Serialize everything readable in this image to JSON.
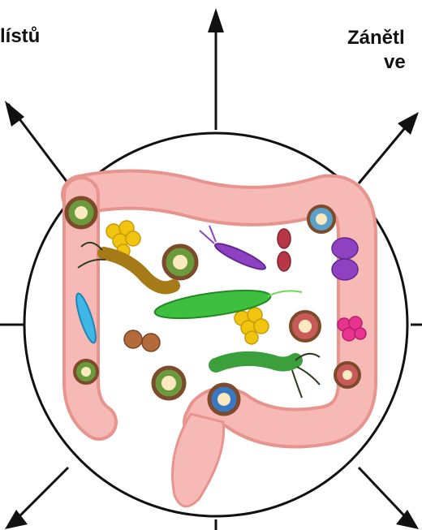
{
  "labels": {
    "top_left": "lístů",
    "top_right_line1": "Zánětl",
    "top_right_line2": "ve"
  },
  "colors": {
    "circle_stroke": "#111111",
    "arrow": "#111111",
    "colon": "#f7b9b5",
    "colon_outline": "#e7938e",
    "virus_ring": "#7d4b2c",
    "bacteria_green": "#3fbf3f",
    "bacteria_purple": "#8e42c2",
    "coccus_yellow": "#f1c40f",
    "coccus_pink": "#e8338f",
    "coccus_brown": "#b36b3c",
    "bacteria_blue": "#3fb7e6",
    "bacteria_olive": "#a67a16",
    "bacteria_red": "#b83747"
  },
  "icons": [
    "arrow-up-icon",
    "arrow-up-left-icon",
    "arrow-up-right-icon",
    "arrow-down-left-icon",
    "arrow-down-right-icon",
    "virus-icon",
    "bacteria-icon",
    "coccus-cluster-icon",
    "colon-icon"
  ]
}
